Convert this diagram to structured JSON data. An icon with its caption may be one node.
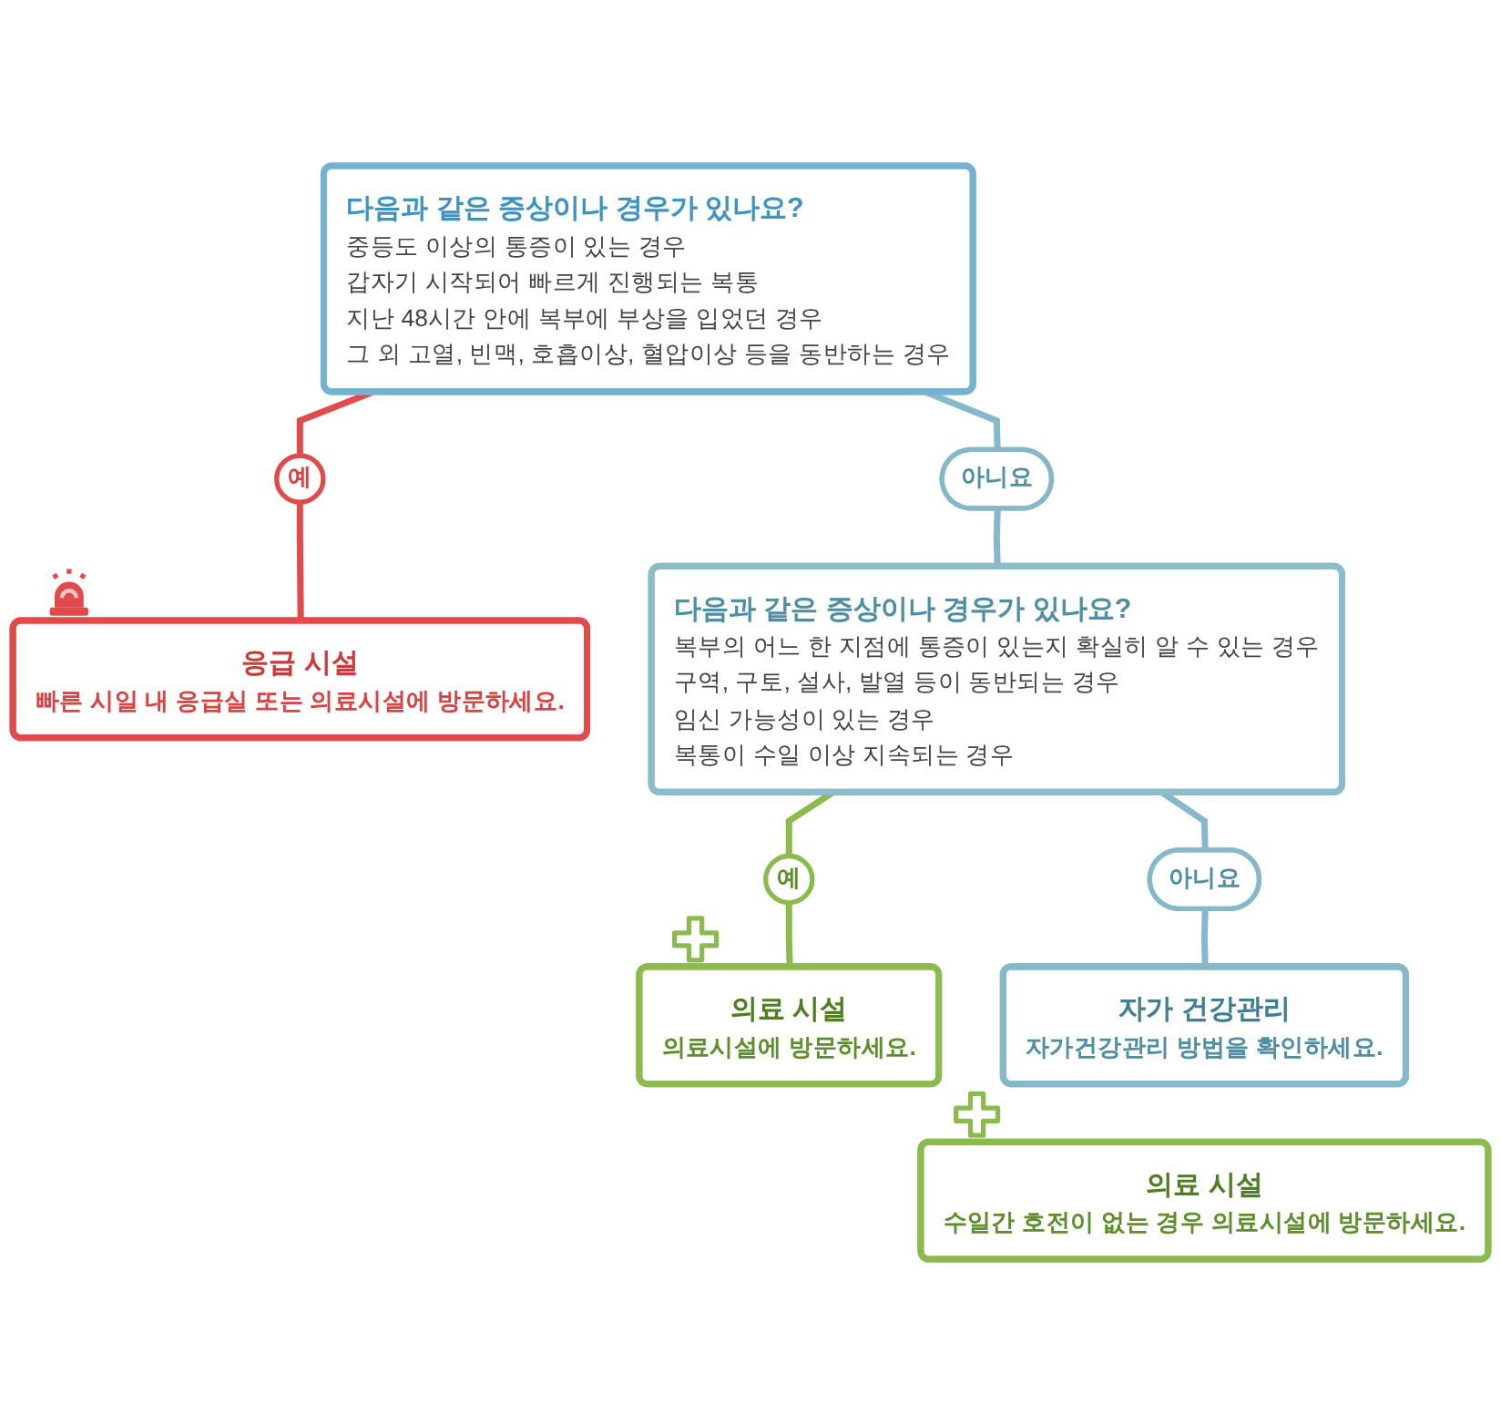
{
  "diagram": {
    "nodes": [
      {
        "text": [
          "다음과 같은 증상이나 경우가 있나요?",
          "중등도 이상의 통증이 있는 경우",
          "갑자기 시작되어 빠르게 진행되는 복통",
          "지난 48시간 안에 복부에 부상을 입었던 경우",
          "그 외 고열, 빈맥, 호흡이상, 혈압이상 등을 동반하는 경우"
        ]
      },
      {
        "text": [
          "예"
        ]
      },
      {
        "text": [
          "응급 시설",
          "빠른 시일 내 응급실 또는 의료시설에 방문하세요."
        ]
      },
      {
        "text": [
          "아니요"
        ]
      },
      {
        "text": [
          "다음과 같은 증상이나 경우가 있나요?",
          "복부의 어느 한 지점에 통증이 있는지 확실히 알 수 있는 경우",
          "구역, 구토, 설사, 발열 등이 동반되는 경우",
          "임신 가능성이 있는 경우",
          "복통이 수일 이상 지속되는 경우"
        ]
      },
      {
        "text": [
          "예"
        ]
      },
      {
        "text": [
          "의료 시설",
          "의료시설에 방문하세요."
        ]
      },
      {
        "text": [
          "아니요"
        ]
      },
      {
        "text": [
          "자가 건강관리",
          "자가건강관리 방법을 확인하세요."
        ]
      },
      {
        "text": [
          "의료 시설",
          "수일간 호전이 없는 경우 의료시설에 방문하세요."
        ]
      }
    ],
    "edges": [
      {
        "from": 0,
        "to": 1,
        "arrow": "none",
        "color": "#e04b4b"
      },
      {
        "from": 1,
        "to": 2,
        "arrow": "none",
        "color": "#e04b4b"
      },
      {
        "from": 0,
        "to": 3,
        "arrow": "none"
      },
      {
        "from": 3,
        "to": 4,
        "arrow": "none"
      },
      {
        "from": 4,
        "to": 5,
        "arrow": "none",
        "color": "#8bbb4f"
      },
      {
        "from": 5,
        "to": 6,
        "arrow": "none",
        "color": "#8bbb4f"
      },
      {
        "from": 4,
        "to": 7,
        "arrow": "none"
      },
      {
        "from": 7,
        "to": 8,
        "arrow": "none"
      }
    ]
  }
}
